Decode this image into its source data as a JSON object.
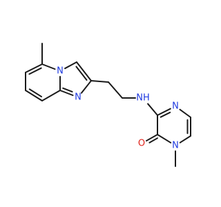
{
  "molecule": {
    "atoms": [
      {
        "id": "c_methyl_top",
        "label": "",
        "color": "#1a1a1a"
      },
      {
        "id": "c5",
        "label": "",
        "color": "#1a1a1a"
      },
      {
        "id": "n4",
        "label": "N",
        "color": "#1f3ae0"
      },
      {
        "id": "c3",
        "label": "",
        "color": "#1a1a1a"
      },
      {
        "id": "c2",
        "label": "",
        "color": "#1a1a1a"
      },
      {
        "id": "n1",
        "label": "N",
        "color": "#1f3ae0"
      },
      {
        "id": "c8a",
        "label": "",
        "color": "#1a1a1a"
      },
      {
        "id": "c8",
        "label": "",
        "color": "#1a1a1a"
      },
      {
        "id": "c7",
        "label": "",
        "color": "#1a1a1a"
      },
      {
        "id": "c6",
        "label": "",
        "color": "#1a1a1a"
      },
      {
        "id": "ch2_a",
        "label": "",
        "color": "#1a1a1a"
      },
      {
        "id": "ch2_b",
        "label": "",
        "color": "#1a1a1a"
      },
      {
        "id": "nh",
        "label": "NH",
        "color": "#1f3ae0"
      },
      {
        "id": "pz_c3",
        "label": "",
        "color": "#1a1a1a"
      },
      {
        "id": "pz_n4",
        "label": "N",
        "color": "#1f3ae0"
      },
      {
        "id": "pz_c5",
        "label": "",
        "color": "#1a1a1a"
      },
      {
        "id": "pz_c6",
        "label": "",
        "color": "#1a1a1a"
      },
      {
        "id": "pz_n1",
        "label": "N",
        "color": "#1f3ae0"
      },
      {
        "id": "pz_c2",
        "label": "",
        "color": "#1a1a1a"
      },
      {
        "id": "o",
        "label": "O",
        "color": "#e0231b"
      },
      {
        "id": "c_methyl_n",
        "label": "",
        "color": "#1a1a1a"
      }
    ],
    "bonds": [
      {
        "from": "c_methyl_top",
        "to": "c5",
        "order": 1
      },
      {
        "from": "c5",
        "to": "n4",
        "order": 1
      },
      {
        "from": "n4",
        "to": "c3",
        "order": 1
      },
      {
        "from": "c3",
        "to": "c2",
        "order": 2
      },
      {
        "from": "c2",
        "to": "n1",
        "order": 1
      },
      {
        "from": "n1",
        "to": "c8a",
        "order": 2
      },
      {
        "from": "c8a",
        "to": "n4",
        "order": 1
      },
      {
        "from": "c8a",
        "to": "c8",
        "order": 1
      },
      {
        "from": "c8",
        "to": "c7",
        "order": 2
      },
      {
        "from": "c7",
        "to": "c6",
        "order": 1
      },
      {
        "from": "c6",
        "to": "c5",
        "order": 2
      },
      {
        "from": "c2",
        "to": "ch2_a",
        "order": 1
      },
      {
        "from": "ch2_a",
        "to": "ch2_b",
        "order": 1
      },
      {
        "from": "ch2_b",
        "to": "nh",
        "order": 1
      },
      {
        "from": "nh",
        "to": "pz_c3",
        "order": 1
      },
      {
        "from": "pz_c3",
        "to": "pz_n4",
        "order": 2
      },
      {
        "from": "pz_n4",
        "to": "pz_c5",
        "order": 1
      },
      {
        "from": "pz_c5",
        "to": "pz_c6",
        "order": 2
      },
      {
        "from": "pz_c6",
        "to": "pz_n1",
        "order": 1
      },
      {
        "from": "pz_n1",
        "to": "pz_c2",
        "order": 1
      },
      {
        "from": "pz_c2",
        "to": "pz_c3",
        "order": 1
      },
      {
        "from": "pz_c2",
        "to": "o",
        "order": 2
      },
      {
        "from": "pz_n1",
        "to": "c_methyl_n",
        "order": 1
      }
    ]
  }
}
